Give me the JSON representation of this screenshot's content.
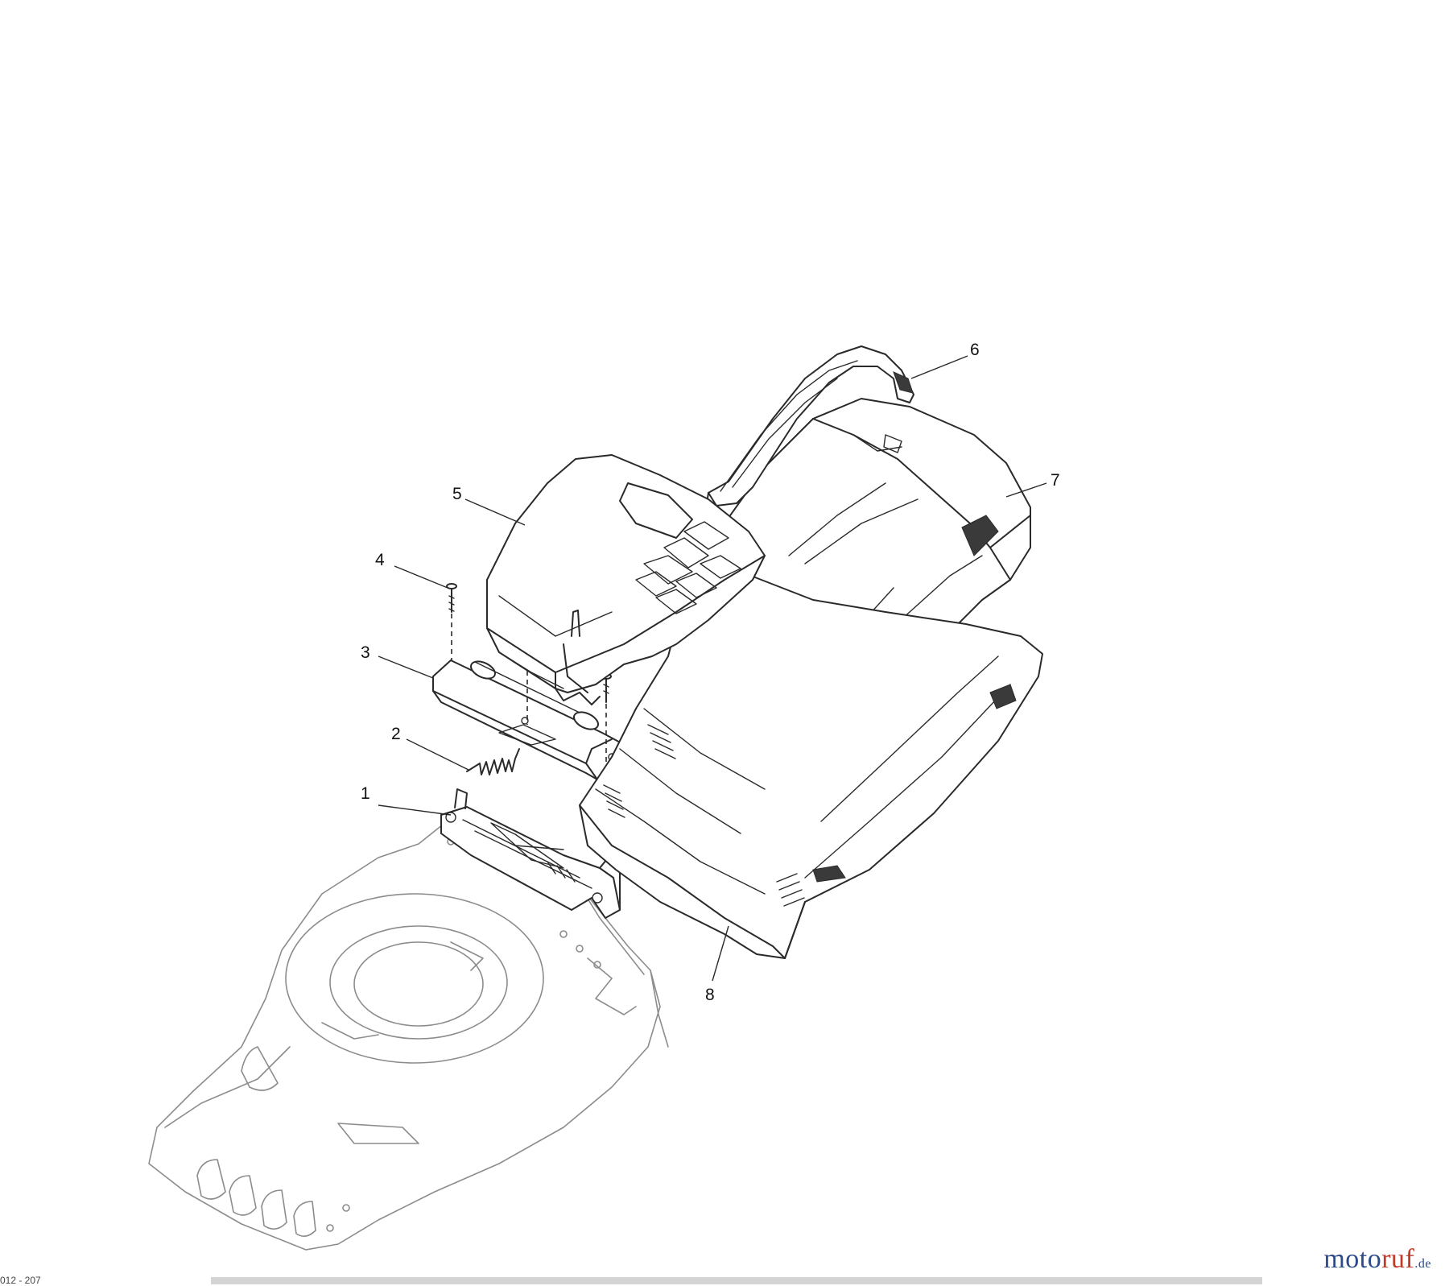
{
  "callouts": [
    {
      "number": "1"
    },
    {
      "number": "2"
    },
    {
      "number": "3"
    },
    {
      "number": "4"
    },
    {
      "number": "5"
    },
    {
      "number": "6"
    },
    {
      "number": "7"
    },
    {
      "number": "8"
    }
  ],
  "watermark": {
    "brand_part1": "moto",
    "brand_part2": "ruf",
    "suffix": ".de"
  },
  "footer": {
    "code": "012 - 207"
  }
}
